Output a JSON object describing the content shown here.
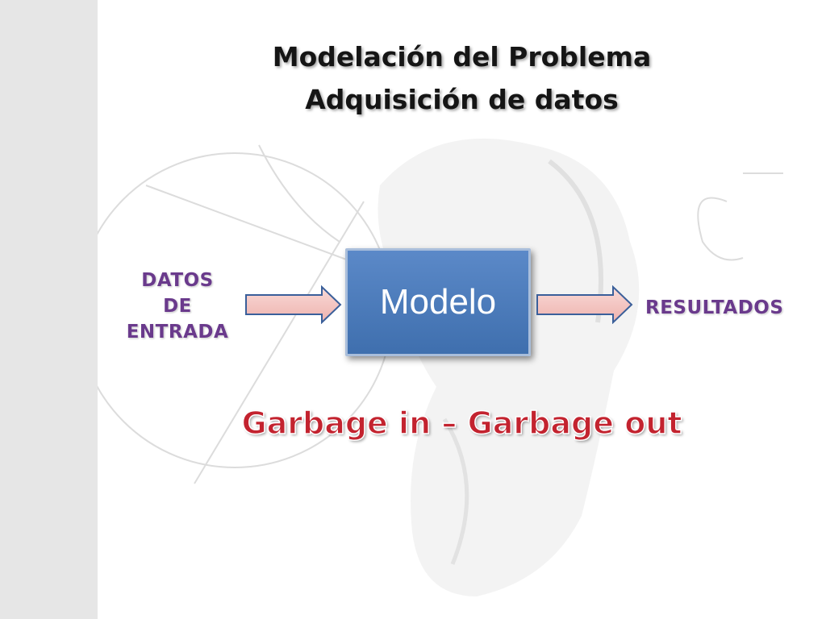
{
  "slide": {
    "title_line1": "Modelación del Problema",
    "title_line2": "Adquisición de datos"
  },
  "diagram": {
    "input_label_lines": [
      "DATOS",
      "DE",
      "ENTRADA"
    ],
    "model_label": "Modelo",
    "output_label": "RESULTADOS",
    "slogan": "Garbage in – Garbage out"
  },
  "colors": {
    "label_purple": "#6a3a8c",
    "slogan_red": "#c3232f",
    "model_blue": "#4f7fc1",
    "arrow_fill": "#f4c6c3",
    "arrow_stroke": "#3a5f9a"
  }
}
